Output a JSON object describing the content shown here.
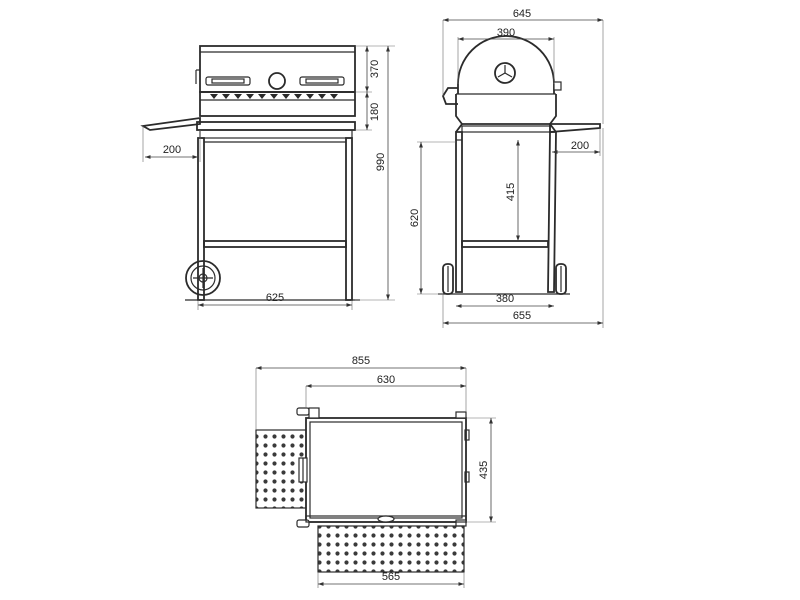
{
  "views": {
    "front": {
      "height_total": "990",
      "height_lid": "370",
      "height_rail": "180",
      "width_shelf": "200",
      "width_cart": "625"
    },
    "side": {
      "width_total": "645",
      "width_lid": "390",
      "width_shelf": "200",
      "height_leg": "620",
      "height_rail": "415",
      "width_wheelbase": "380",
      "depth_total": "655"
    },
    "top": {
      "width_total": "855",
      "width_body": "630",
      "depth_body": "435",
      "width_front_shelf": "565"
    }
  }
}
